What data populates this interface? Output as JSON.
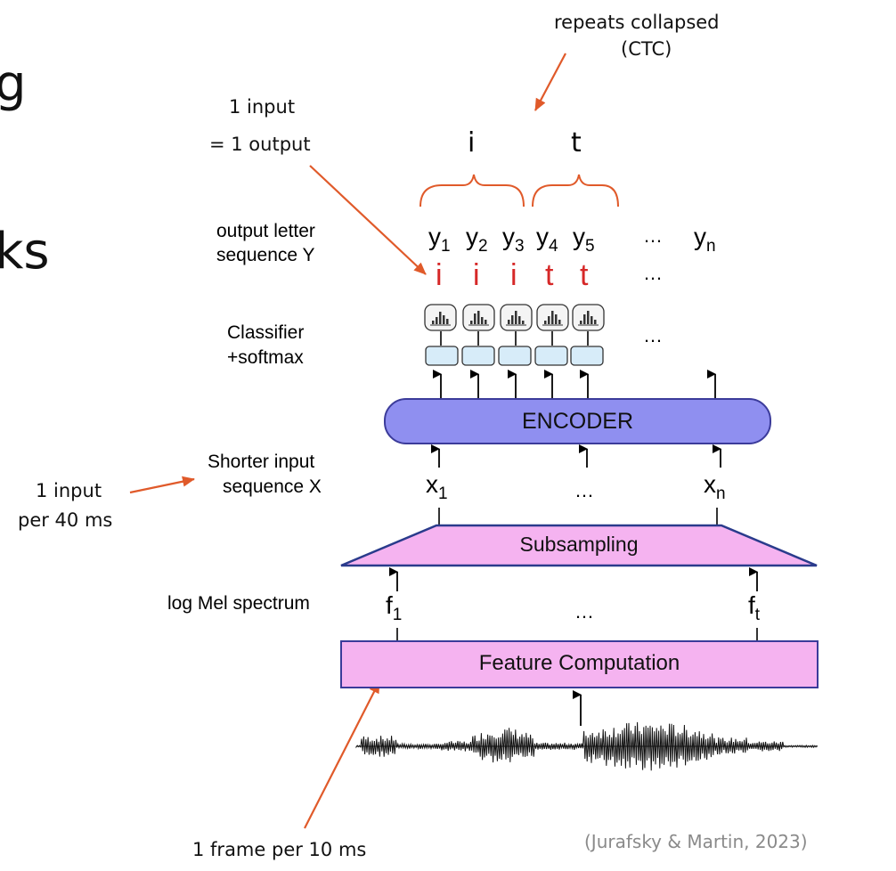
{
  "cutoff_text": {
    "top": "g",
    "middle": "ks"
  },
  "annotations": {
    "repeats_collapsed": "repeats collapsed",
    "ctc": "(CTC)",
    "one_input": "1 input",
    "one_output": "= 1 output",
    "one_input_left": "1 input",
    "per_40ms": "per 40 ms",
    "frame_per_10ms": "1 frame per 10 ms"
  },
  "groups": {
    "g1": "i",
    "g2": "t"
  },
  "labels": {
    "output_letter": "output letter",
    "sequence_y": "sequence Y",
    "classifier": "Classifier",
    "softmax": "+softmax",
    "shorter_input": "Shorter input",
    "sequence_x": "sequence X",
    "log_mel": "log Mel spectrum"
  },
  "outputs": {
    "y_base": "y",
    "y_subs": [
      "1",
      "2",
      "3",
      "4",
      "5"
    ],
    "yn_sub": "n",
    "letters": [
      "i",
      "i",
      "i",
      "t",
      "t"
    ],
    "ellipsis": "…"
  },
  "inputs": {
    "x_base": "x",
    "x1_sub": "1",
    "xn_sub": "n",
    "f_base": "f",
    "f1_sub": "1",
    "ft_sub": "t"
  },
  "blocks": {
    "encoder": "ENCODER",
    "subsampling": "Subsampling",
    "feature": "Feature Computation"
  },
  "citation": "(Jurafsky & Martin, 2023)",
  "colors": {
    "encoder_fill": "#8f8ff0",
    "pink_fill": "#f5b3f0",
    "classifier_fill": "#d7ecf9",
    "arrow_red": "#e05a2a",
    "letter_red": "#d62828",
    "bracket": "#e05a2a"
  }
}
